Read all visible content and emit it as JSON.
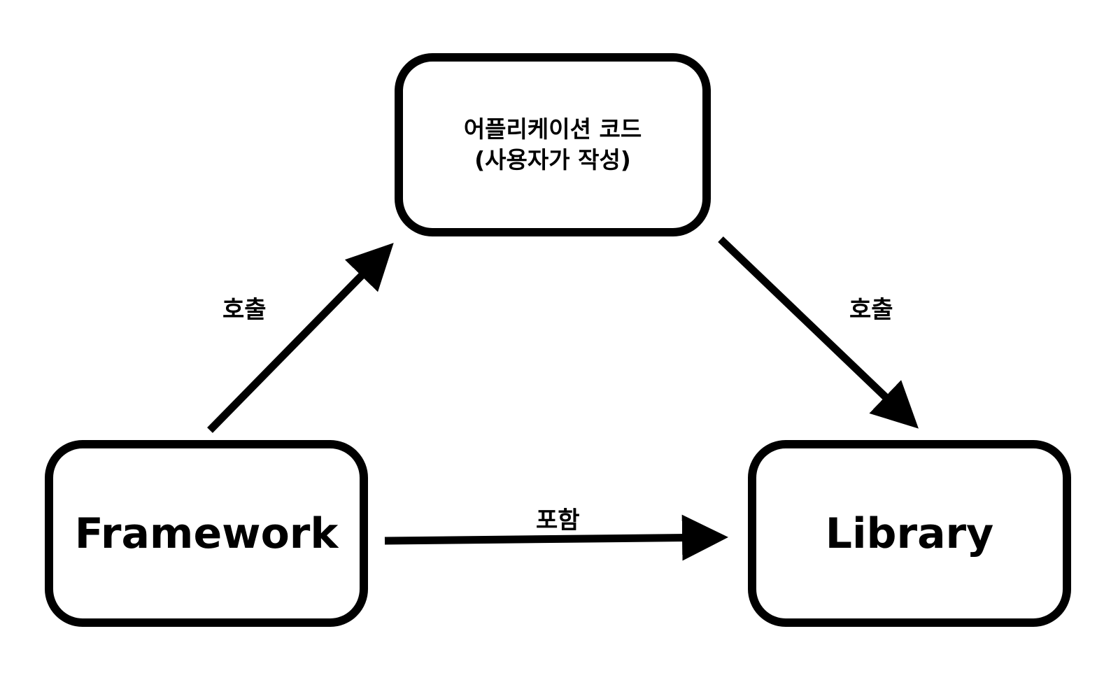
{
  "nodes": {
    "application": {
      "line1": "어플리케이션 코드",
      "line2": "(사용자가 작성)"
    },
    "framework": {
      "label": "Framework"
    },
    "library": {
      "label": "Library"
    }
  },
  "edges": {
    "framework_to_application": {
      "label": "호출"
    },
    "application_to_library": {
      "label": "호출"
    },
    "framework_to_library": {
      "label": "포함"
    }
  },
  "colors": {
    "stroke": "#000000",
    "background": "#ffffff"
  }
}
